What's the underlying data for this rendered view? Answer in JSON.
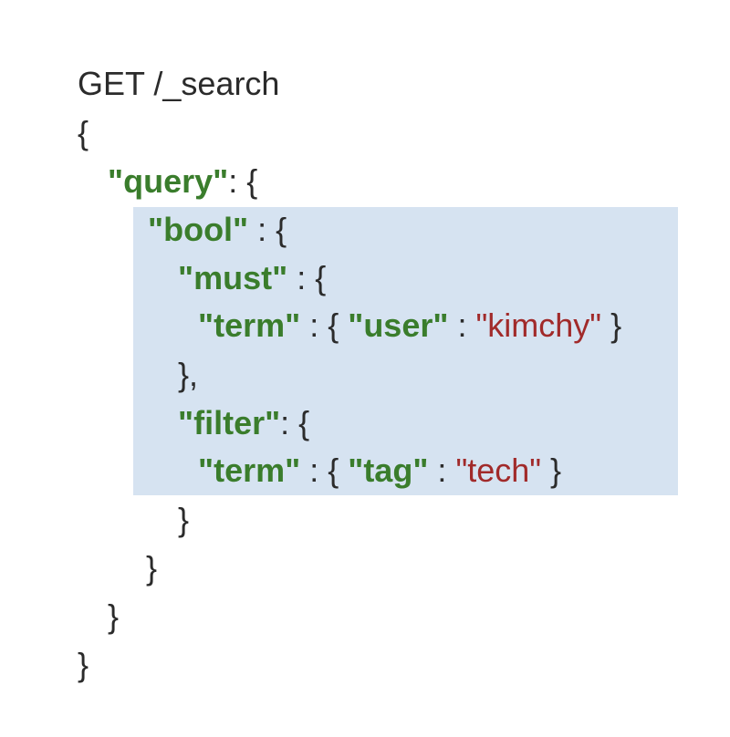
{
  "request": {
    "method_line": "GET /_search"
  },
  "punct": {
    "open": "{",
    "close": "}",
    "close_comma": "},",
    "colon": ":",
    "colon_open": ": {",
    "close_brace_spaced": " }"
  },
  "keys": {
    "query": "\"query\"",
    "bool": "\"bool\"",
    "must": "\"must\"",
    "filter": "\"filter\"",
    "term": "\"term\"",
    "user": "\"user\"",
    "tag": "\"tag\""
  },
  "values": {
    "user": "\"kimchy\"",
    "tag": "\"tech\""
  },
  "colors": {
    "key": "#3a7d2c",
    "string": "#a12a2a",
    "text": "#2b2b2b",
    "highlight": "#d6e3f1"
  }
}
